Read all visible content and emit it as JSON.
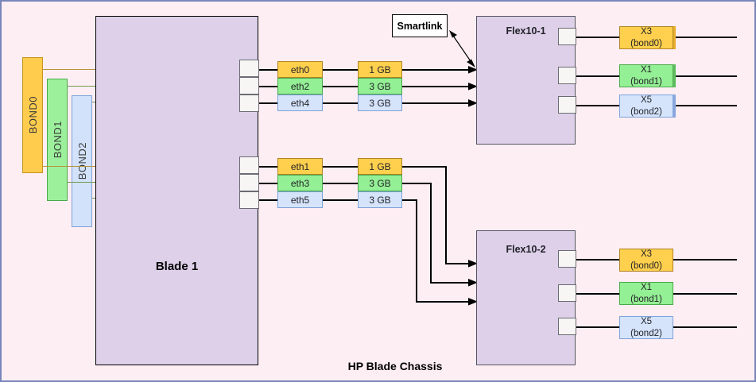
{
  "diagram": {
    "title": "HP Blade Chassis",
    "blade": {
      "label": "Blade 1"
    },
    "callout": {
      "label": "Smartlink"
    },
    "background_color": "#fdeef4",
    "border_color": "#7986b8",
    "module_fill": "#ddd0e8"
  },
  "bonds": [
    {
      "label": "BOND0",
      "color": "#ffcc4d"
    },
    {
      "label": "BOND1",
      "color": "#9cf09c"
    },
    {
      "label": "BOND2",
      "color": "#d2e2fb"
    }
  ],
  "nic_groups": [
    {
      "name": "upper-nic-group",
      "nics": [
        {
          "eth": "eth0",
          "speed": "1 GB",
          "color": "#ffd04d",
          "bond": "bond0"
        },
        {
          "eth": "eth2",
          "speed": "3 GB",
          "color": "#94f094",
          "bond": "bond1"
        },
        {
          "eth": "eth4",
          "speed": "3 GB",
          "color": "#d5e4fb",
          "bond": "bond2"
        }
      ]
    },
    {
      "name": "lower-nic-group",
      "nics": [
        {
          "eth": "eth1",
          "speed": "1 GB",
          "color": "#ffd04d",
          "bond": "bond0"
        },
        {
          "eth": "eth3",
          "speed": "3 GB",
          "color": "#94f094",
          "bond": "bond1"
        },
        {
          "eth": "eth5",
          "speed": "3 GB",
          "color": "#d5e4fb",
          "bond": "bond2"
        }
      ]
    }
  ],
  "modules": [
    {
      "name": "Flex10-1",
      "uplinks": [
        {
          "port": "X3",
          "bond": "(bond0)",
          "color": "#ffd04d"
        },
        {
          "port": "X1",
          "bond": "(bond1)",
          "color": "#94f094"
        },
        {
          "port": "X5",
          "bond": "(bond2)",
          "color": "#d5e4fb"
        }
      ]
    },
    {
      "name": "Flex10-2",
      "uplinks": [
        {
          "port": "X3",
          "bond": "(bond0)",
          "color": "#ffd04d"
        },
        {
          "port": "X1",
          "bond": "(bond1)",
          "color": "#94f094"
        },
        {
          "port": "X5",
          "bond": "(bond2)",
          "color": "#d5e4fb"
        }
      ]
    }
  ]
}
